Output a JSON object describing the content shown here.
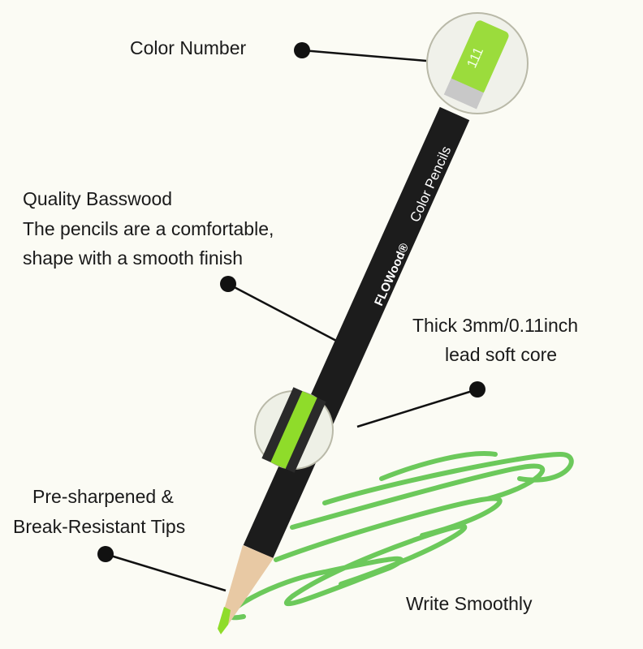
{
  "labels": {
    "color_number": "Color Number",
    "basswood_title": "Quality Basswood",
    "basswood_line1": "The pencils are a comfortable,",
    "basswood_line2": "shape with a smooth finish",
    "core_line1": "Thick 3mm/0.11inch",
    "core_line2": "lead soft core",
    "tips_line1": "Pre-sharpened &",
    "tips_line2": "Break-Resistant Tips",
    "write": "Write Smoothly"
  },
  "pencil": {
    "brand": "FLOWood®",
    "product": "Color Pencils",
    "color_number": "111"
  },
  "colors": {
    "lead": "#8fdc2a",
    "body": "#1c1c1c",
    "stroke": "#5cc34a",
    "wood": "#e8c9a4"
  }
}
